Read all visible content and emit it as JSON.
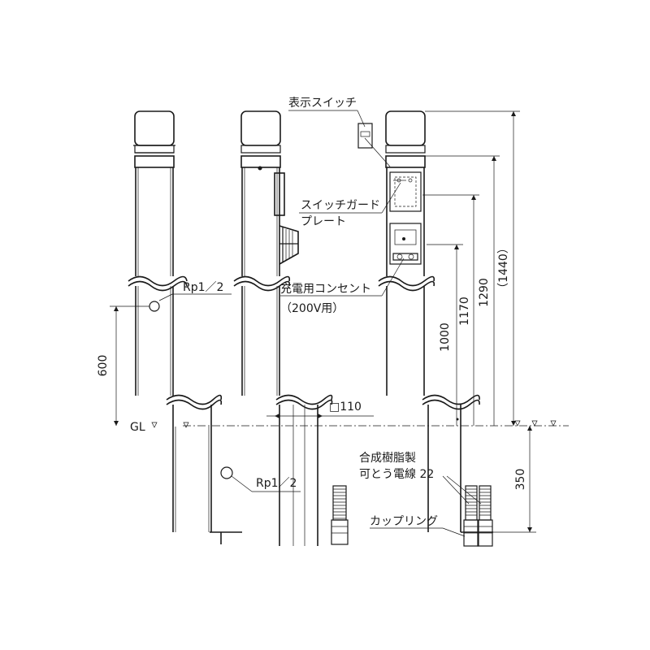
{
  "labels": {
    "display_switch": "表示スイッチ",
    "switch_guard_1": "スイッチガード",
    "switch_guard_2": "プレート",
    "outlet_1": "充電用コンセント",
    "outlet_2": "（200V用）",
    "rp_upper": "Rp1／2",
    "rp_lower": "Rp1／2",
    "gl": "GL",
    "square_110": "□110",
    "resin_1": "合成樹脂製",
    "resin_2": "可とう電線 22",
    "coupling": "カップリング"
  },
  "dimensions": {
    "d600": "600",
    "d1000": "1000",
    "d1170": "1170",
    "d1290": "1290",
    "d1440": "（1440）",
    "d350": "350"
  }
}
